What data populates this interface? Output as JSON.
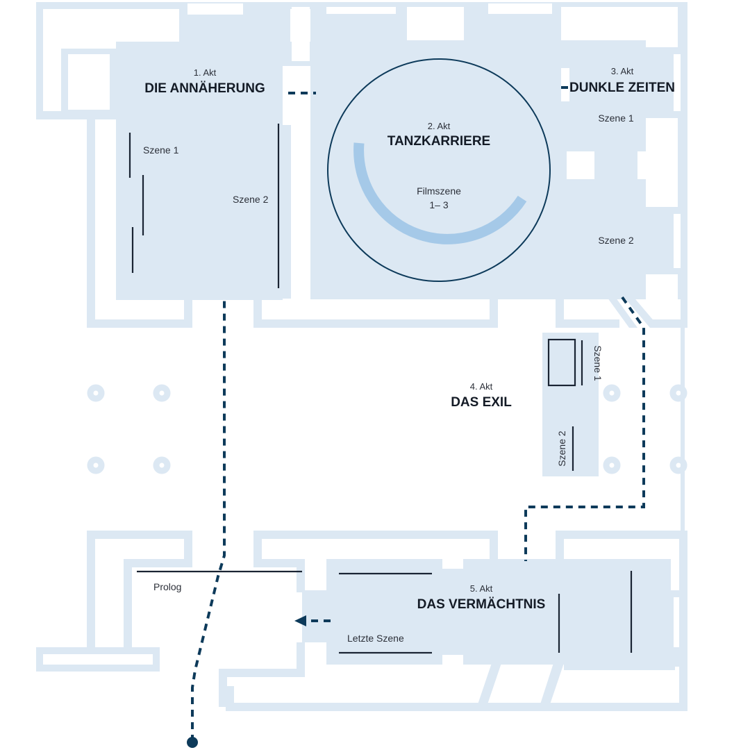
{
  "map": {
    "colors": {
      "floor": "#dce8f3",
      "path": "#0d3a5a",
      "scene_lines": "#1a2433",
      "film_ring": "#a5c9e8"
    },
    "acts": [
      {
        "number": "1. Akt",
        "title": "DIE ANNÄHERUNG",
        "scenes": [
          "Szene 1",
          "Szene 2"
        ]
      },
      {
        "number": "2. Akt",
        "title": "TANZKARRIERE",
        "scenes": [
          "Filmszene",
          "1– 3"
        ]
      },
      {
        "number": "3. Akt",
        "title": "DUNKLE ZEITEN",
        "scenes": [
          "Szene 1",
          "Szene 2"
        ]
      },
      {
        "number": "4. Akt",
        "title": "DAS EXIL",
        "scenes": [
          "Szene 1",
          "Szene 2"
        ]
      },
      {
        "number": "5. Akt",
        "title": "DAS VERMÄCHTNIS",
        "scenes": [
          "Letzte Szene"
        ]
      }
    ],
    "prolog": "Prolog",
    "icons": {
      "start": "start-point-icon",
      "end": "arrow-left-icon",
      "columns": "column-icon"
    }
  }
}
